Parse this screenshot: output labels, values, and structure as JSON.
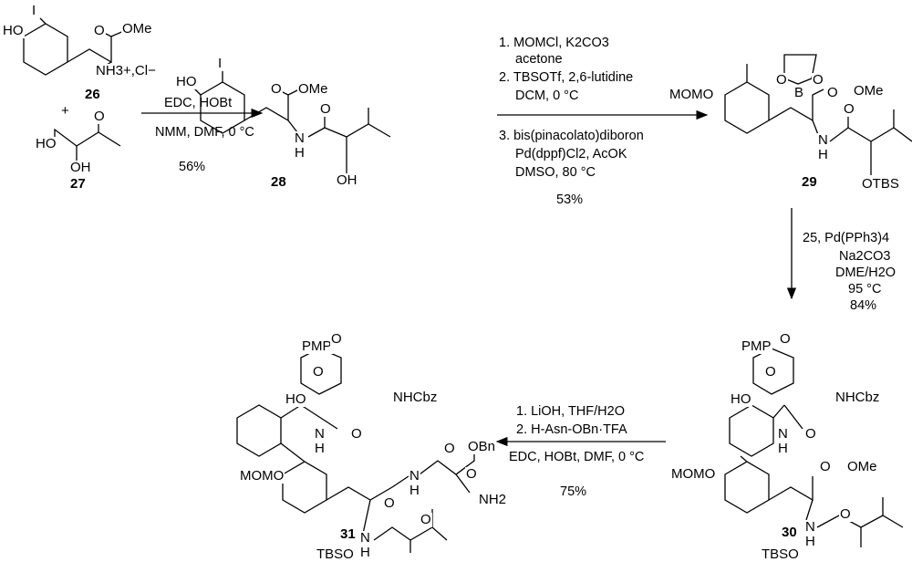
{
  "compounds": {
    "c26": {
      "id": "26",
      "I": "I",
      "HO": "HO",
      "O": "O",
      "OMe": "OMe",
      "NH3": "NH3+,Cl−"
    },
    "plus": "+",
    "c27": {
      "id": "27",
      "O": "O",
      "HO": "HO",
      "OH": "OH"
    },
    "c28": {
      "id": "28",
      "I": "I",
      "HO": "HO",
      "O": "O",
      "OMe": "OMe",
      "N": "N",
      "H": "H",
      "O2": "O",
      "OH": "OH"
    },
    "c29": {
      "id": "29",
      "MOMO": "MOMO",
      "O1": "O",
      "B": "B",
      "O2": "O",
      "O": "O",
      "OMe": "OMe",
      "N": "N",
      "H": "H",
      "O3": "O",
      "OTBS": "OTBS"
    },
    "c30": {
      "id": "30",
      "PMP": "PMP",
      "O1": "O",
      "O2": "O",
      "HO": "HO",
      "NHCbz": "NHCbz",
      "N": "N",
      "H": "H",
      "O3": "O",
      "MOMO": "MOMO",
      "O": "O",
      "OMe": "OMe",
      "N2": "N",
      "H2": "H",
      "O4": "O",
      "TBSO": "TBSO"
    },
    "c31": {
      "id": "31",
      "PMP": "PMP",
      "O1": "O",
      "O2": "O",
      "HO": "HO",
      "NHCbz": "NHCbz",
      "N": "N",
      "H": "H",
      "O3": "O",
      "MOMO": "MOMO",
      "O": "O",
      "OBn": "OBn",
      "N2": "N",
      "H2": "H",
      "O5": "O",
      "NH2": "NH2",
      "O6": "O",
      "N3": "N",
      "H3": "H",
      "O4": "O",
      "TBSO": "TBSO"
    }
  },
  "steps": [
    {
      "above": [
        "EDC, HOBt"
      ],
      "below": [
        "NMM, DMF, 0 °C",
        "56%"
      ]
    },
    {
      "above": [
        "1. MOMCl, K2CO3",
        "acetone",
        "2. TBSOTf, 2,6-lutidine",
        "DCM, 0 °C"
      ],
      "below": [
        "3. bis(pinacolato)diboron",
        "Pd(dppf)Cl2, AcOK",
        "DMSO, 80 °C",
        "53%"
      ]
    },
    {
      "side": [
        "25, Pd(PPh3)4",
        "Na2CO3",
        "DME/H2O",
        "95 °C",
        "84%"
      ]
    },
    {
      "above": [
        "1. LiOH, THF/H2O",
        "2. H-Asn-OBn·TFA"
      ],
      "below": [
        "EDC, HOBt, DMF, 0 °C",
        "75%"
      ]
    }
  ]
}
